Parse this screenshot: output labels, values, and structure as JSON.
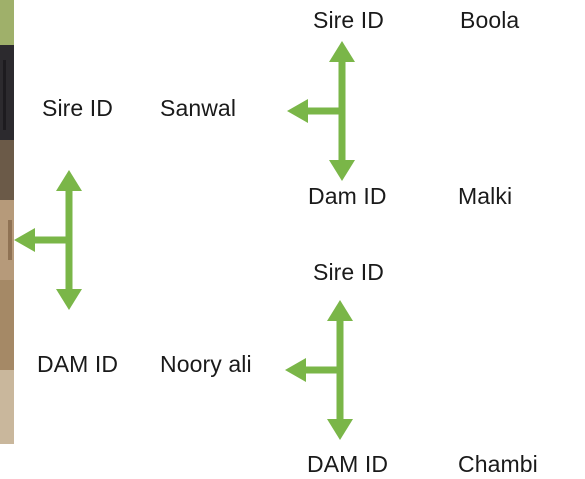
{
  "pedigree": {
    "parents": {
      "sire": {
        "label": "Sire ID",
        "name": "Sanwal"
      },
      "dam": {
        "label": "DAM ID",
        "name": "Noory ali"
      }
    },
    "sire_parents": {
      "sire": {
        "label": "Sire ID",
        "name": "Boola"
      },
      "dam": {
        "label": "Dam ID",
        "name": "Malki"
      }
    },
    "dam_parents": {
      "sire": {
        "label": "Sire ID",
        "name": ""
      },
      "dam": {
        "label": "DAM ID",
        "name": "Chambi"
      }
    }
  },
  "colors": {
    "arrow": "#7ab648",
    "text": "#1a1a1a"
  },
  "icons": {
    "photo": "animal-photo-fragment",
    "connector": "branch-arrow-icon"
  }
}
